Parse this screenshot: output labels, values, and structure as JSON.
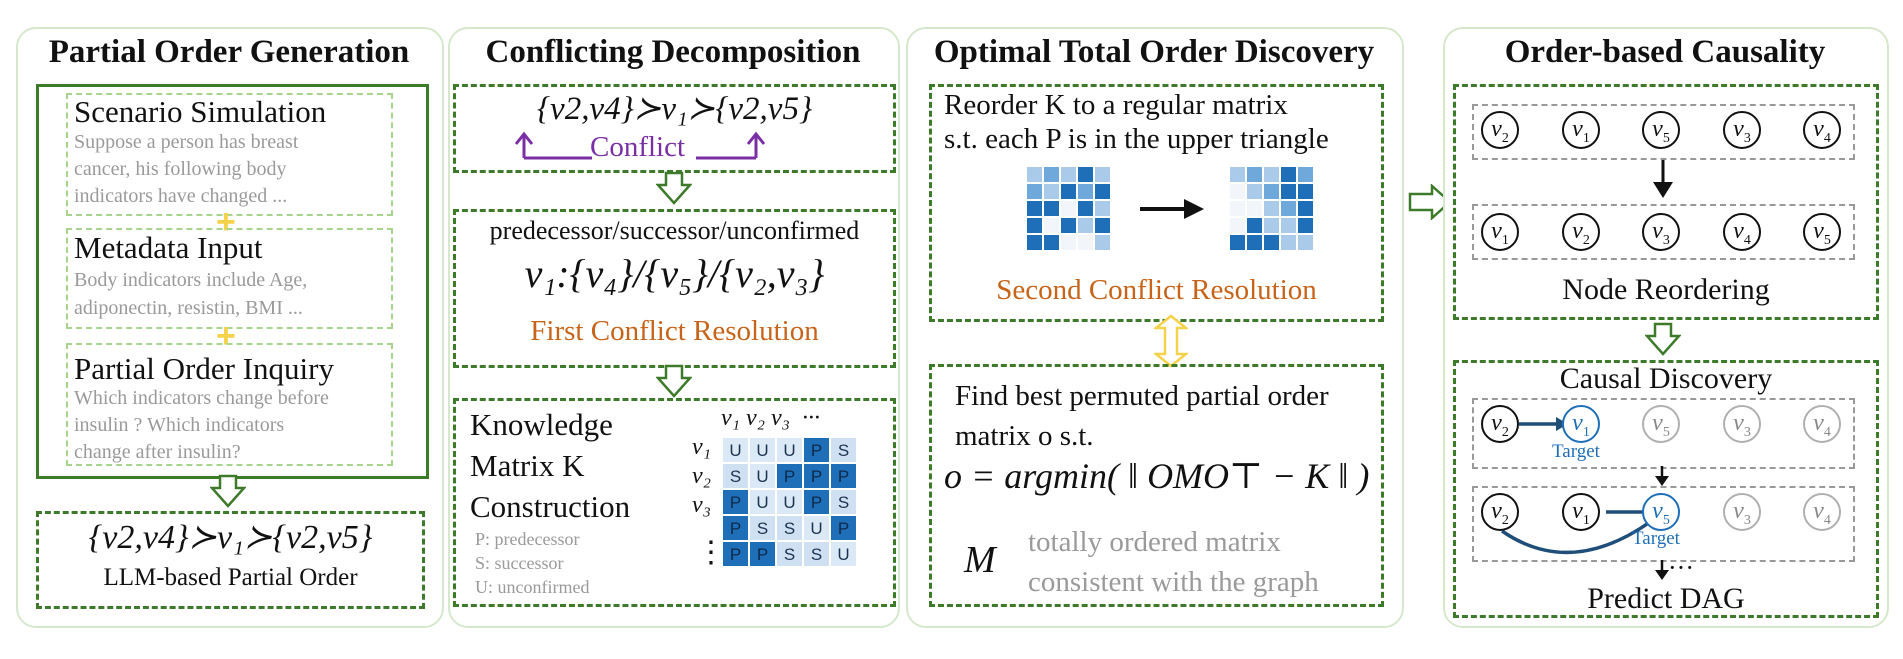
{
  "panel1": {
    "title": "Partial Order Generation",
    "scenario_title": "Scenario Simulation",
    "scenario_text": [
      "Suppose a person has breast",
      "cancer, his following  body",
      "indicators  have changed ..."
    ],
    "metadata_title": "Metadata Input",
    "metadata_text": [
      "Body indicators include Age,",
      "adiponectin, resistin, BMI ..."
    ],
    "inquiry_title": "Partial Order Inquiry",
    "inquiry_text": [
      "Which indicators change before",
      "insulin  ?    Which    indicators",
      "change after insulin?"
    ],
    "order_formula": "{v2,v4}≻v₁≻{v2,v5}",
    "order_label": "LLM-based Partial Order"
  },
  "panel2": {
    "title": "Conflicting Decomposition",
    "formula": "{v2,v4}≻v₁≻{v2,v5}",
    "conflict_label": "Conflict",
    "pred_label": "predecessor/successor/unconfirmed",
    "pred_formula": "v₁:{v₄}/{v₅}/{v₂,v₃}",
    "first_resolution": "First Conflict Resolution",
    "knowledge_title": [
      "Knowledge",
      "Matrix K",
      "Construction"
    ],
    "legend": [
      "P: predecessor",
      "S: successor",
      "U: unconfirmed"
    ],
    "col_header": "v₁ v₂ v₃  ···",
    "row_labels": [
      "v₁",
      "v₂",
      "v₃",
      "⋮"
    ],
    "matrix": [
      [
        "U",
        "U",
        "U",
        "P",
        "S"
      ],
      [
        "S",
        "U",
        "P",
        "P",
        "P"
      ],
      [
        "P",
        "U",
        "U",
        "P",
        "S"
      ],
      [
        "P",
        "S",
        "S",
        "U",
        "P"
      ],
      [
        "P",
        "P",
        "S",
        "S",
        "U"
      ]
    ]
  },
  "panel3": {
    "title": "Optimal Total Order Discovery",
    "reorder_text": [
      "Reorder  K  to a regular matrix",
      "s.t. each P is in the upper triangle"
    ],
    "second_resolution": "Second Conflict Resolution",
    "find_text": [
      "Find best permuted partial order",
      "matrix  o  s.t."
    ],
    "argmin": "o = argmin( ‖ OMO⊤ − K ‖ )",
    "m_symbol": "M",
    "m_desc": [
      "totally ordered matrix",
      "consistent with the graph"
    ]
  },
  "panel4": {
    "title": "Order-based Causality",
    "row1": [
      "2",
      "1",
      "5",
      "3",
      "4"
    ],
    "row2": [
      "1",
      "2",
      "3",
      "4",
      "5"
    ],
    "node_reordering": "Node Reordering",
    "causal_discovery": "Causal Discovery",
    "target_label": "Target",
    "more": "···",
    "predict": "Predict DAG"
  },
  "colors": {
    "green": "#3d7a2a",
    "light_green": "#a8d58e",
    "orange": "#c7641a",
    "purple": "#7a2fa5",
    "blue": "#1f6fb8",
    "yellow": "#f5d24a"
  }
}
